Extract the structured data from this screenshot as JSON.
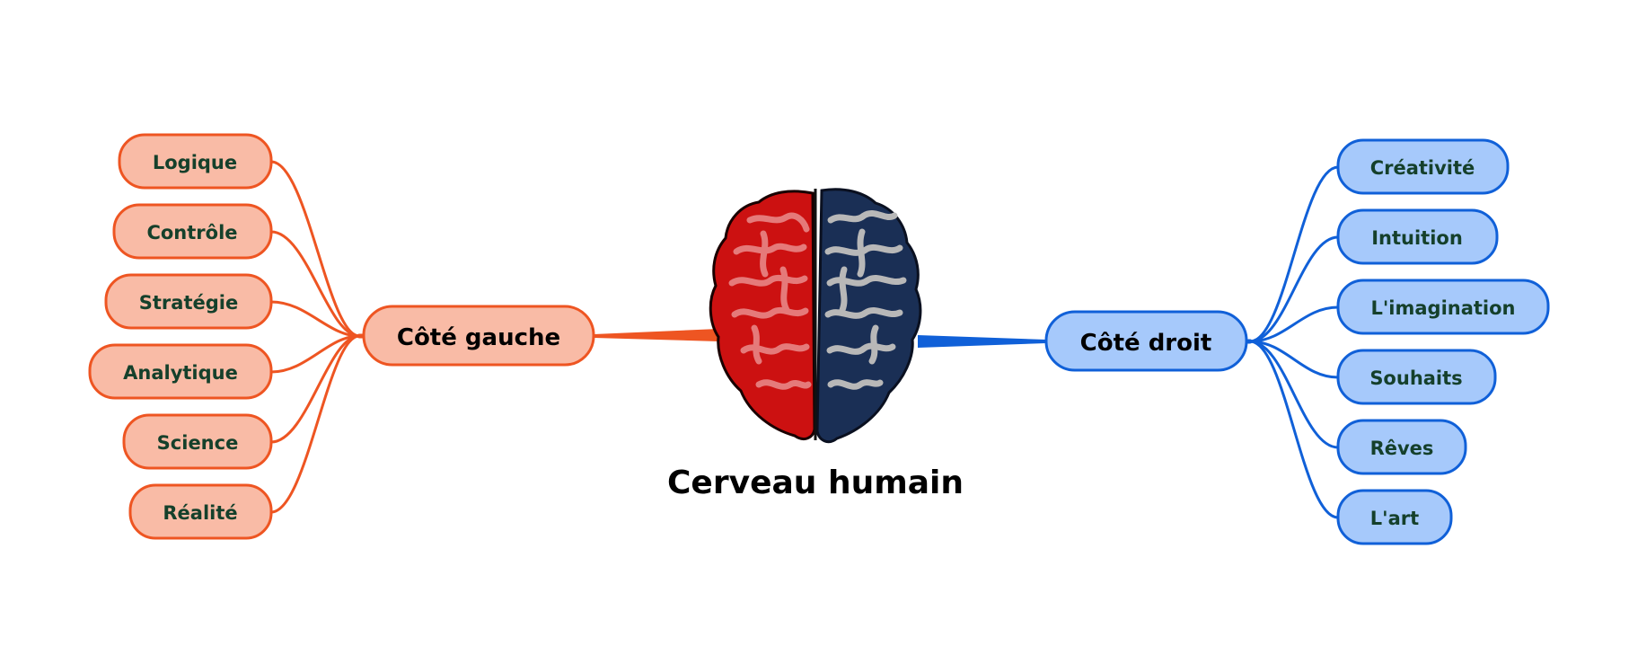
{
  "title": "Cerveau humain",
  "colors": {
    "left_stroke": "#ee5522",
    "left_fill": "#f9bba6",
    "right_stroke": "#1060d8",
    "right_fill": "#a6c9fb",
    "leaf_text": "#15402b",
    "main_text": "#000000",
    "brain_left": "#cc1111",
    "brain_left_light": "#e57a7a",
    "brain_right": "#1a2f55",
    "brain_right_light": "#b8b8b8"
  },
  "left": {
    "label": "Côté gauche",
    "items": [
      {
        "label": "Logique"
      },
      {
        "label": "Contrôle"
      },
      {
        "label": "Stratégie"
      },
      {
        "label": "Analytique"
      },
      {
        "label": "Science"
      },
      {
        "label": "Réalité"
      }
    ]
  },
  "right": {
    "label": "Côté droit",
    "items": [
      {
        "label": "Créativité"
      },
      {
        "label": "Intuition"
      },
      {
        "label": "L'imagination"
      },
      {
        "label": "Souhaits"
      },
      {
        "label": "Rêves"
      },
      {
        "label": "L'art"
      }
    ]
  }
}
